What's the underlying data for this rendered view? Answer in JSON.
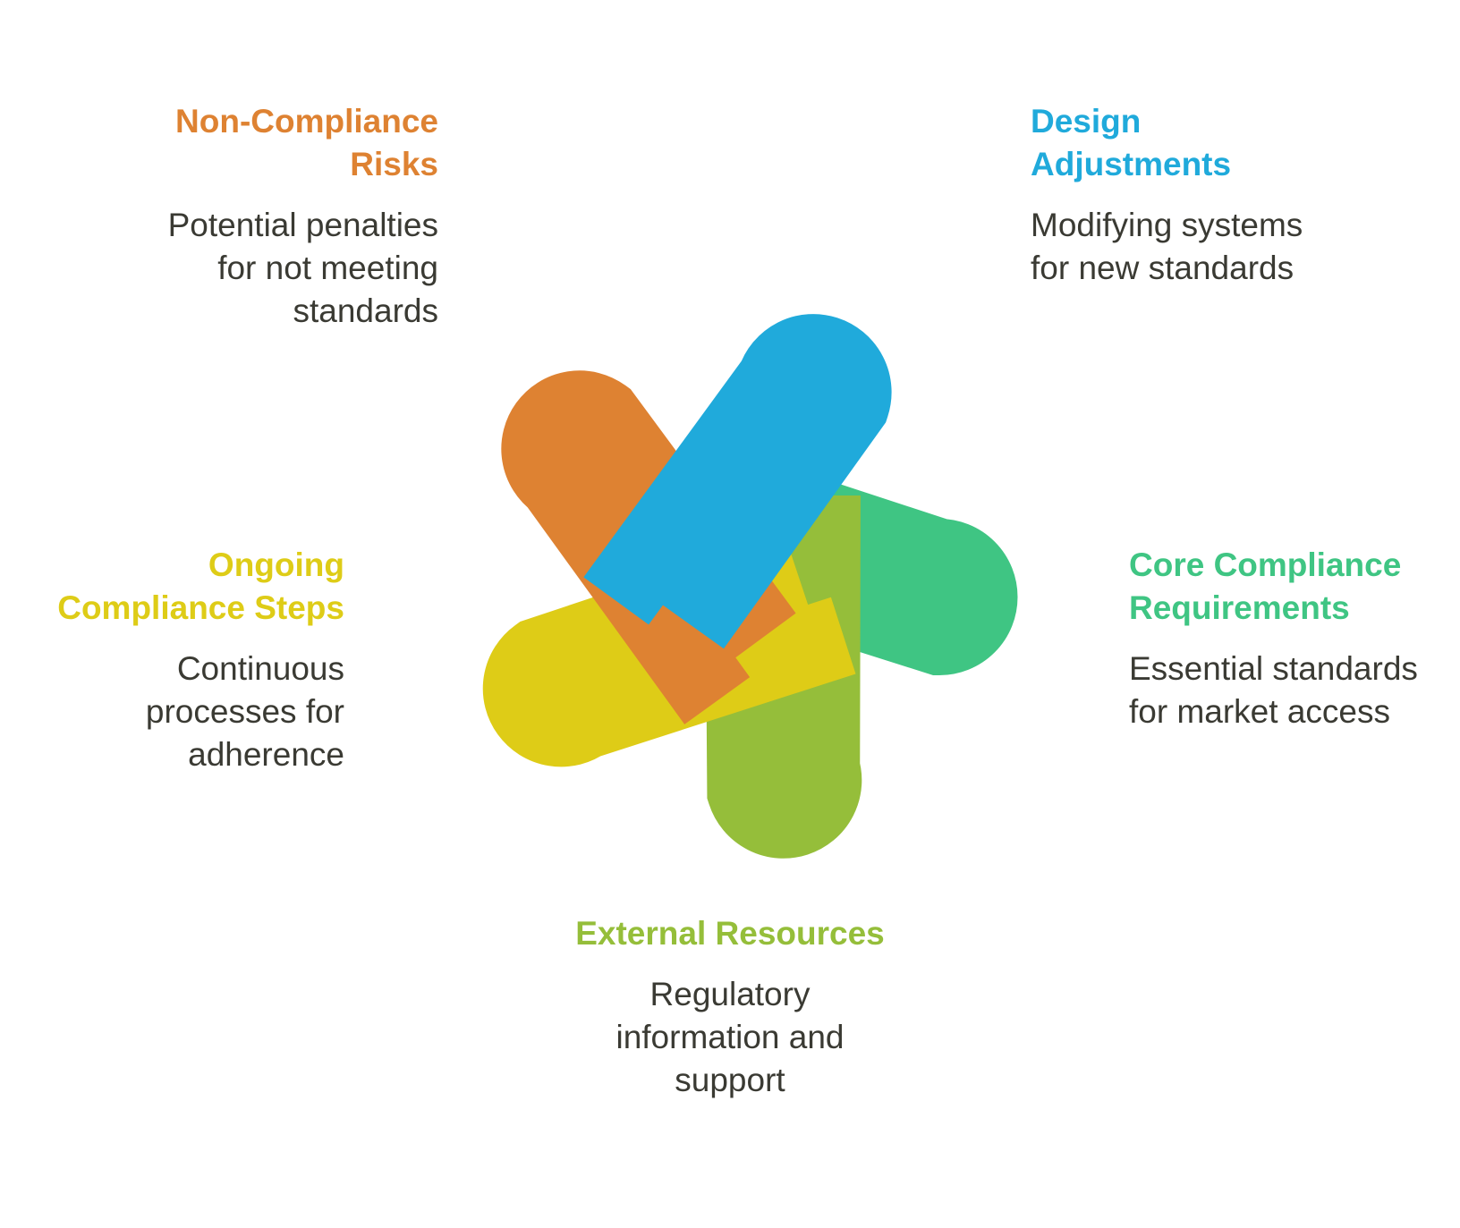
{
  "colors": {
    "orange": "#DE8232",
    "blue": "#20AADB",
    "green": "#3FC583",
    "olive": "#95BE3A",
    "yellow": "#DECC17",
    "text": "#3a3a33"
  },
  "items": [
    {
      "key": "noncompliance",
      "title": "Non-Compliance Risks",
      "description": "Potential penalties for not meeting standards",
      "color": "#DE8232"
    },
    {
      "key": "design",
      "title": "Design Adjustments",
      "description": "Modifying systems for new standards",
      "color": "#20AADB"
    },
    {
      "key": "core",
      "title": "Core Compliance Requirements",
      "description": "Essential standards for market access",
      "color": "#3FC583"
    },
    {
      "key": "external",
      "title": "External Resources",
      "description": "Regulatory information and support",
      "color": "#95BE3A"
    },
    {
      "key": "ongoing",
      "title": "Ongoing Compliance Steps",
      "description": "Continuous processes for adherence",
      "color": "#DECC17"
    }
  ]
}
